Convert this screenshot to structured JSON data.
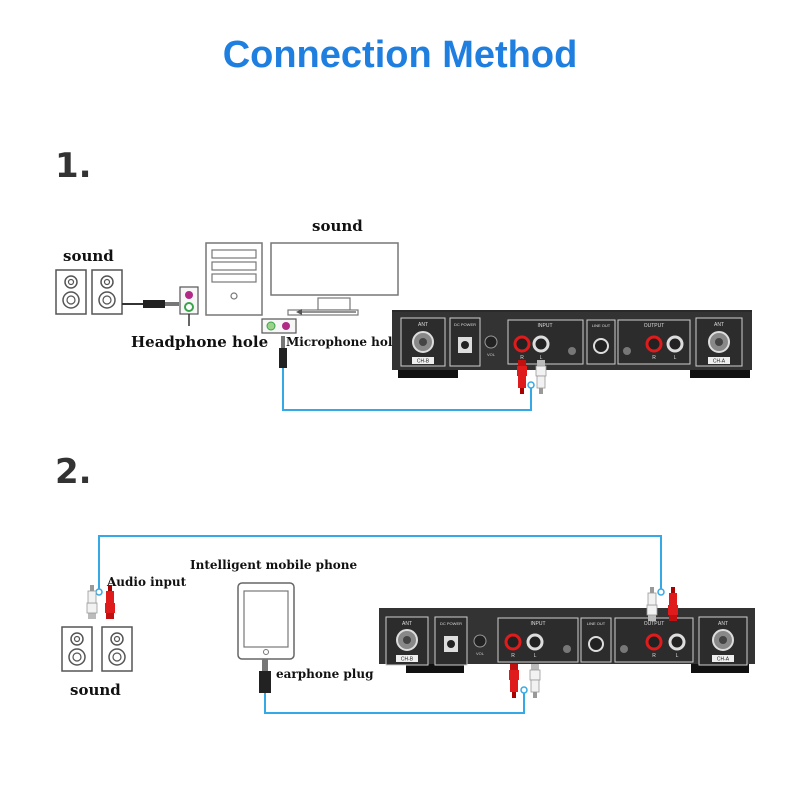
{
  "title": "Connection Method",
  "accent_color": "#1e7fe0",
  "cable_color": "#35a9e6",
  "rca_red": "#e01b1b",
  "rca_white": "#eeeeee",
  "section1": {
    "number": "1.",
    "sound_label_left": "sound",
    "sound_label_monitor": "sound",
    "headphone_hole": "Headphone hole",
    "microphone_hole": "Microphone hole"
  },
  "section2": {
    "number": "2.",
    "audio_input": "Audio input",
    "phone_label": "Intelligent mobile phone",
    "earphone_plug": "earphone plug",
    "sound_label": "sound"
  },
  "receiver": {
    "ant_label": "ANT",
    "dc_power": "DC POWER",
    "vol": "VOL",
    "input_label": "INPUT",
    "line_out": "LINE OUT",
    "output_label": "OUTPUT",
    "ch_b": "CH-B",
    "ch_a": "CH-A",
    "r": "R",
    "l": "L"
  }
}
